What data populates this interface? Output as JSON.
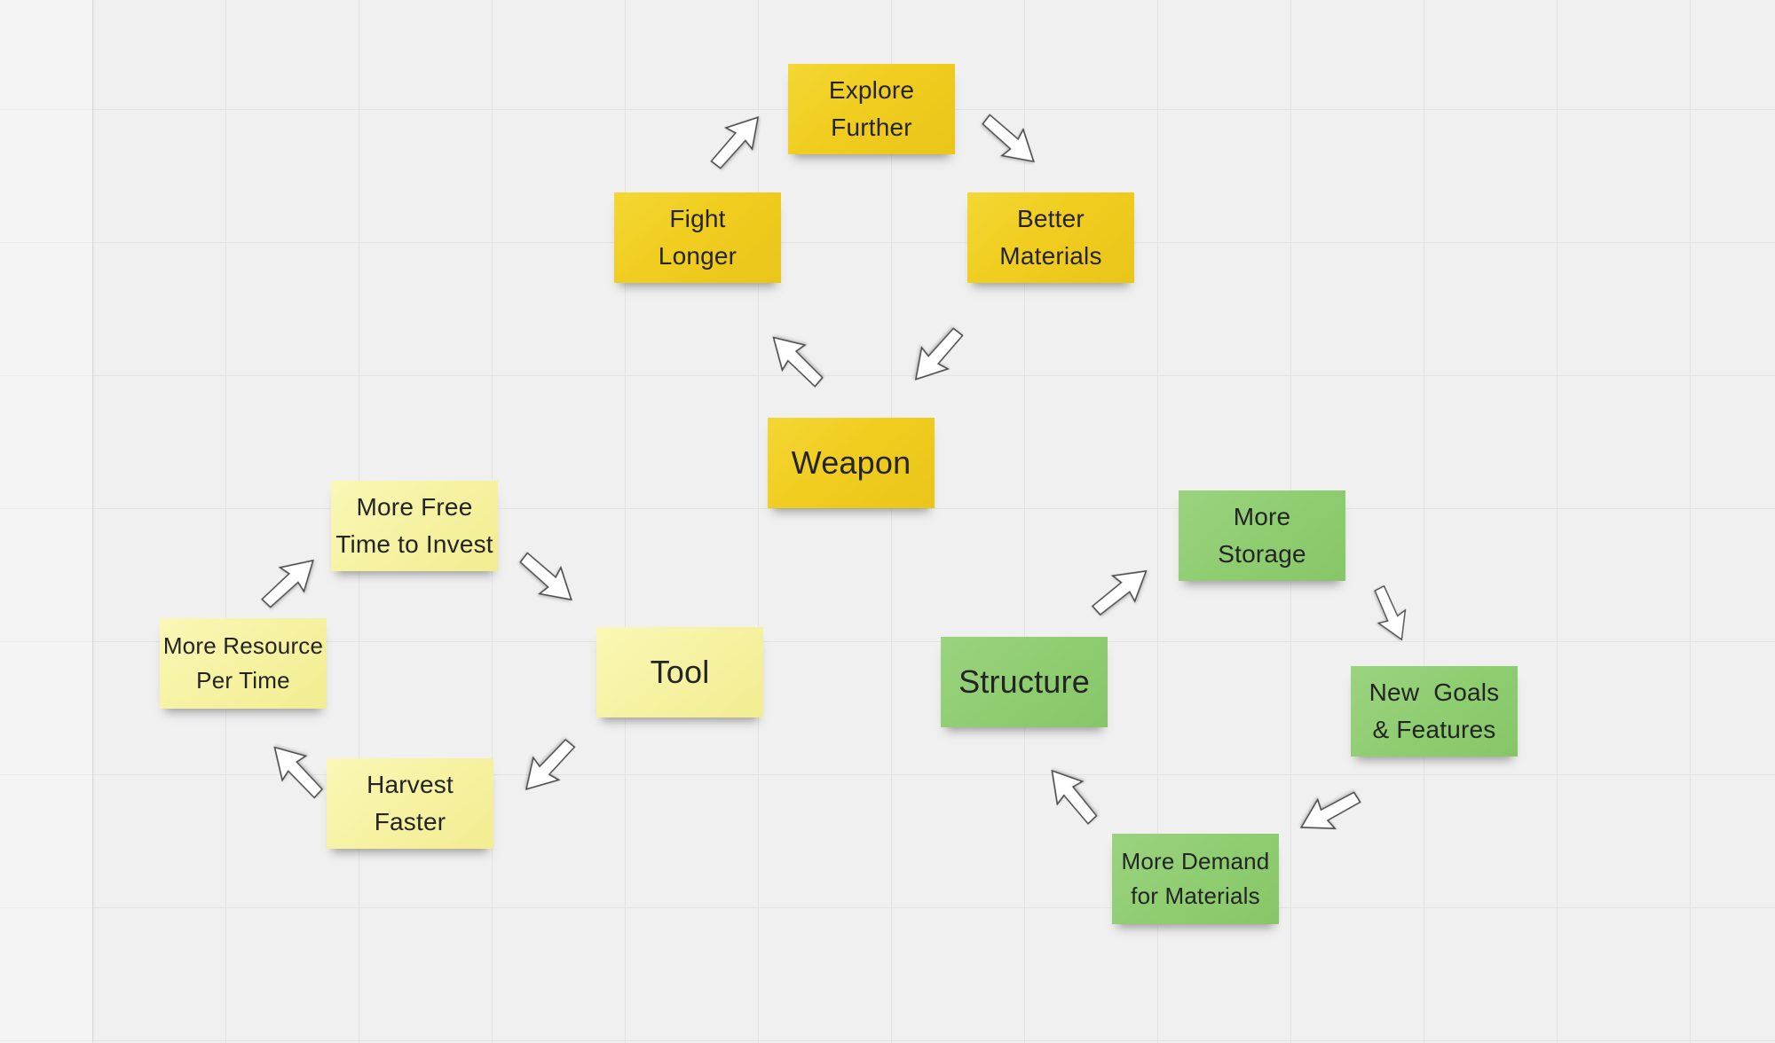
{
  "app": {
    "type": "whiteboard-canvas"
  },
  "colors": {
    "background": "#f0f0f1",
    "grid_line": "#e3e3e5",
    "note_gold": "#efcb1d",
    "note_yellow": "#f6f2a0",
    "note_green": "#8ecc70",
    "arrow_fill": "#ffffff",
    "arrow_outline": "#4c4c4c",
    "text": "#242424"
  },
  "notes": [
    {
      "id": "explore-further",
      "color": "gold",
      "text": "Explore\nFurther"
    },
    {
      "id": "fight-longer",
      "color": "gold",
      "text": "Fight\nLonger"
    },
    {
      "id": "better-materials",
      "color": "gold",
      "text": "Better\nMaterials"
    },
    {
      "id": "weapon",
      "color": "gold",
      "text": "Weapon"
    },
    {
      "id": "more-free-time-to-invest",
      "color": "yellow",
      "text": "More Free\nTime to Invest"
    },
    {
      "id": "more-resource-per-time",
      "color": "yellow",
      "text": "More Resource\nPer Time"
    },
    {
      "id": "harvest-faster",
      "color": "yellow",
      "text": "Harvest\nFaster"
    },
    {
      "id": "tool",
      "color": "yellow",
      "text": "Tool"
    },
    {
      "id": "more-storage",
      "color": "green",
      "text": "More\nStorage"
    },
    {
      "id": "structure",
      "color": "green",
      "text": "Structure"
    },
    {
      "id": "new-goals-features",
      "color": "green",
      "text": "New  Goals\n& Features"
    },
    {
      "id": "more-demand-for-materials",
      "color": "green",
      "text": "More Demand\nfor Materials"
    }
  ],
  "arrows": [
    {
      "from": "fight-longer",
      "to": "explore-further",
      "direction": "up-right"
    },
    {
      "from": "explore-further",
      "to": "better-materials",
      "direction": "down-right"
    },
    {
      "from": "better-materials",
      "to": "weapon",
      "direction": "down-left"
    },
    {
      "from": "weapon",
      "to": "fight-longer",
      "direction": "up-left"
    },
    {
      "from": "more-resource-per-time",
      "to": "more-free-time-to-invest",
      "direction": "up-right"
    },
    {
      "from": "more-free-time-to-invest",
      "to": "tool",
      "direction": "down-right"
    },
    {
      "from": "tool",
      "to": "harvest-faster",
      "direction": "down-left"
    },
    {
      "from": "harvest-faster",
      "to": "more-resource-per-time",
      "direction": "up-left"
    },
    {
      "from": "structure",
      "to": "more-storage",
      "direction": "up-right"
    },
    {
      "from": "more-storage",
      "to": "new-goals-features",
      "direction": "down"
    },
    {
      "from": "new-goals-features",
      "to": "more-demand-for-materials",
      "direction": "down-left"
    },
    {
      "from": "more-demand-for-materials",
      "to": "structure",
      "direction": "up-left"
    }
  ]
}
